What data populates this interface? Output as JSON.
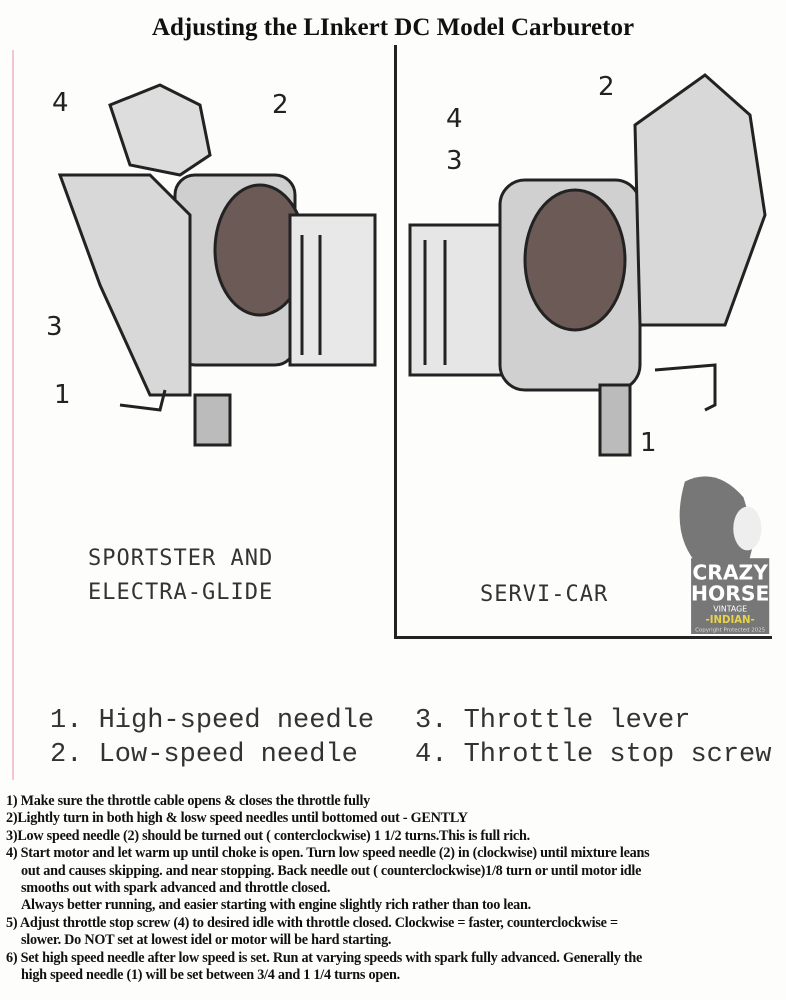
{
  "title": "Adjusting the LInkert DC Model Carburetor",
  "left_panel": {
    "caption_line1": "SPORTSTER AND",
    "caption_line2": "ELECTRA-GLIDE",
    "labels": [
      "1",
      "2",
      "3",
      "4"
    ]
  },
  "right_panel": {
    "caption": "SERVI-CAR",
    "labels": [
      "1",
      "2",
      "3",
      "4"
    ]
  },
  "legend": [
    "1. High-speed needle",
    "2. Low-speed needle",
    "3. Throttle lever",
    "4. Throttle stop screw"
  ],
  "steps": [
    "1) Make sure the throttle cable opens & closes the throttle fully",
    "2)Lightly turn in both high & losw speed needles until bottomed out - GENTLY",
    "3)Low speed needle (2) should be turned out ( conterclockwise)  1 1/2 turns.This is full rich.",
    "4) Start motor and let warm up until choke is open. Turn low speed needle (2) in (clockwise) until mixture leans",
    "out and causes skipping. and  near stopping. Back needle out ( counterclockwise)1/8 turn  or until motor idle",
    "smooths out with spark advanced and throttle closed.",
    "Always better running, and easier starting with engine slightly rich rather than too lean.",
    "5) Adjust throttle stop screw (4) to desired idle with throttle closed. Clockwise = faster, counterclockwise =",
    "slower. Do NOT set at lowest idel or motor will be hard starting.",
    "6) Set high speed  needle after low speed is set. Run at varying speeds with spark fully advanced. Generally the",
    "high speed needle (1) will be set  between 3/4 and 1 1/4 turns open."
  ],
  "watermark": {
    "line1": "CRAZY",
    "line2": "HORSE",
    "line3": "VINTAGE",
    "line4": "INDIAN",
    "copyright": "Copyright Protected 2025"
  }
}
